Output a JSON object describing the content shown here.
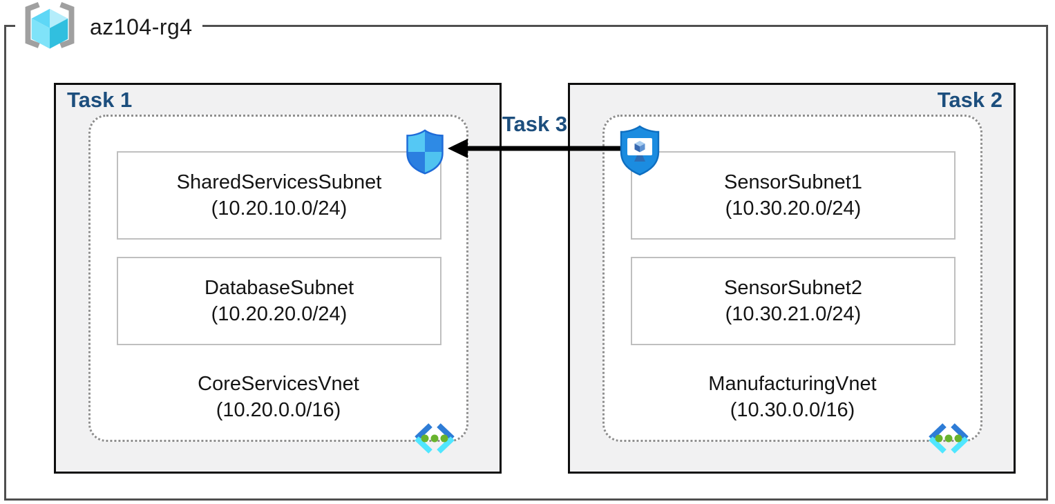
{
  "resource_group": {
    "name": "az104-rg4"
  },
  "tasks": {
    "task1": {
      "label": "Task 1",
      "vnet": {
        "name": "CoreServicesVnet",
        "cidr": "(10.20.0.0/16)"
      },
      "subnets": [
        {
          "name": "SharedServicesSubnet",
          "cidr": "(10.20.10.0/24)"
        },
        {
          "name": "DatabaseSubnet",
          "cidr": "(10.20.20.0/24)"
        }
      ]
    },
    "task2": {
      "label": "Task 2",
      "vnet": {
        "name": "ManufacturingVnet",
        "cidr": "(10.30.0.0/16)"
      },
      "subnets": [
        {
          "name": "SensorSubnet1",
          "cidr": "(10.30.20.0/24)"
        },
        {
          "name": "SensorSubnet2",
          "cidr": "(10.30.21.0/24)"
        }
      ]
    },
    "task3": {
      "label": "Task 3"
    }
  },
  "icons": {
    "resource_group": "resource-group-icon",
    "virtual_network": "virtual-network-icon",
    "defender_shield": "defender-shield-icon",
    "bastion": "bastion-shield-monitor-icon"
  },
  "colors": {
    "task_label_blue": "#1C4E7D",
    "task_box_fill": "#F1F1F2",
    "task_box_border": "#0E0E0E",
    "outer_border": "#4F4F4F",
    "dashed_border": "#8E8E8E",
    "subnet_border": "#BFBFBF",
    "arrow": "#000000",
    "azure_blue": "#2E7CD6",
    "azure_cyan": "#50E6FF",
    "dot_green": "#68B32D"
  }
}
